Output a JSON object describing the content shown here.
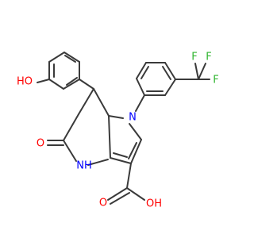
{
  "atom_labels": {
    "ho": "HO",
    "n1": "N",
    "nh": "NH",
    "o_keto": "O",
    "f_top_left": "F",
    "f_top_right": "F",
    "f_right": "F",
    "o_acid": "O",
    "oh_acid": "OH"
  },
  "colors": {
    "bond": "#3a3a3a",
    "oxygen": "#ff0000",
    "nitrogen": "#0000ff",
    "fluorine": "#2fb52f",
    "hydrogen": "#3a3a3a"
  }
}
